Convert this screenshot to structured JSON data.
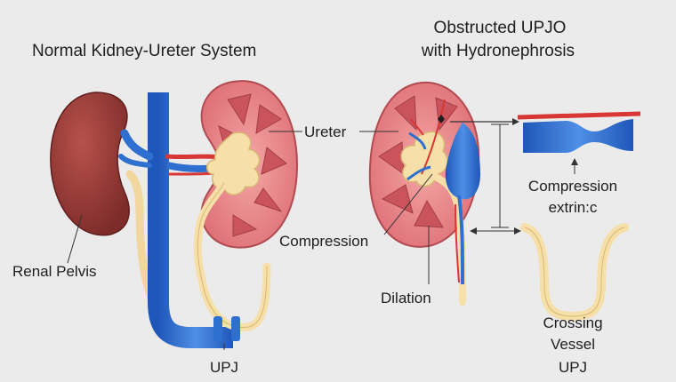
{
  "titles": {
    "left": "Normal Kidney-Ureter System",
    "right_line1": "Obstructed UPJO",
    "right_line2": "with Hydronephrosis"
  },
  "labels": {
    "renal_pelvis": "Renal Pelvis",
    "ureter": "Ureter",
    "upj_left": "UPJ",
    "compression": "Compression",
    "dilation": "Dilation",
    "compression_extrinsic_line1": "Compression",
    "compression_extrinsic_line2": "extrin:c",
    "crossing_vessel_line1": "Crossing",
    "crossing_vessel_line2": "Vessel",
    "upj_right": "UPJ"
  },
  "colors": {
    "background": "#ebebeb",
    "kidney_dark": "#9a3a36",
    "cortex": "#e9868a",
    "medulla": "#c9545c",
    "pelvis": "#f6dfa8",
    "vein": "#2f6fd0",
    "artery": "#d93636"
  }
}
